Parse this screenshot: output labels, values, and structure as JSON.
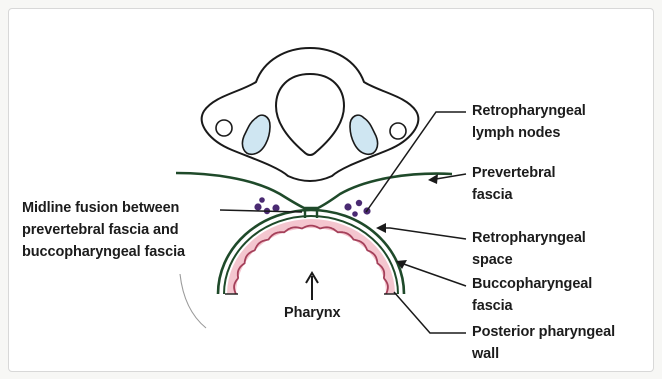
{
  "labels": {
    "retropharyngeal_lymph_nodes": [
      "Retropharyngeal",
      "lymph nodes"
    ],
    "prevertebral_fascia": [
      "Prevertebral",
      "fascia"
    ],
    "midline_fusion": [
      "Midline fusion between",
      "prevertebral fascia and",
      "buccopharyngeal fascia"
    ],
    "retropharyngeal_space": [
      "Retropharyngeal",
      "space"
    ],
    "buccopharyngeal_fascia": [
      "Buccopharyngeal",
      "fascia"
    ],
    "posterior_pharyngeal_wall": [
      "Posterior pharyngeal",
      "wall"
    ],
    "pharynx": "Pharynx"
  },
  "colors": {
    "fascia": "#1f4a2a",
    "outline": "#1a1a1a",
    "foramen_fill": "#cfe6f2",
    "wall_fill": "#f4c6cf",
    "wall_edge": "#a5405a",
    "node_fill": "#4a2a72"
  }
}
